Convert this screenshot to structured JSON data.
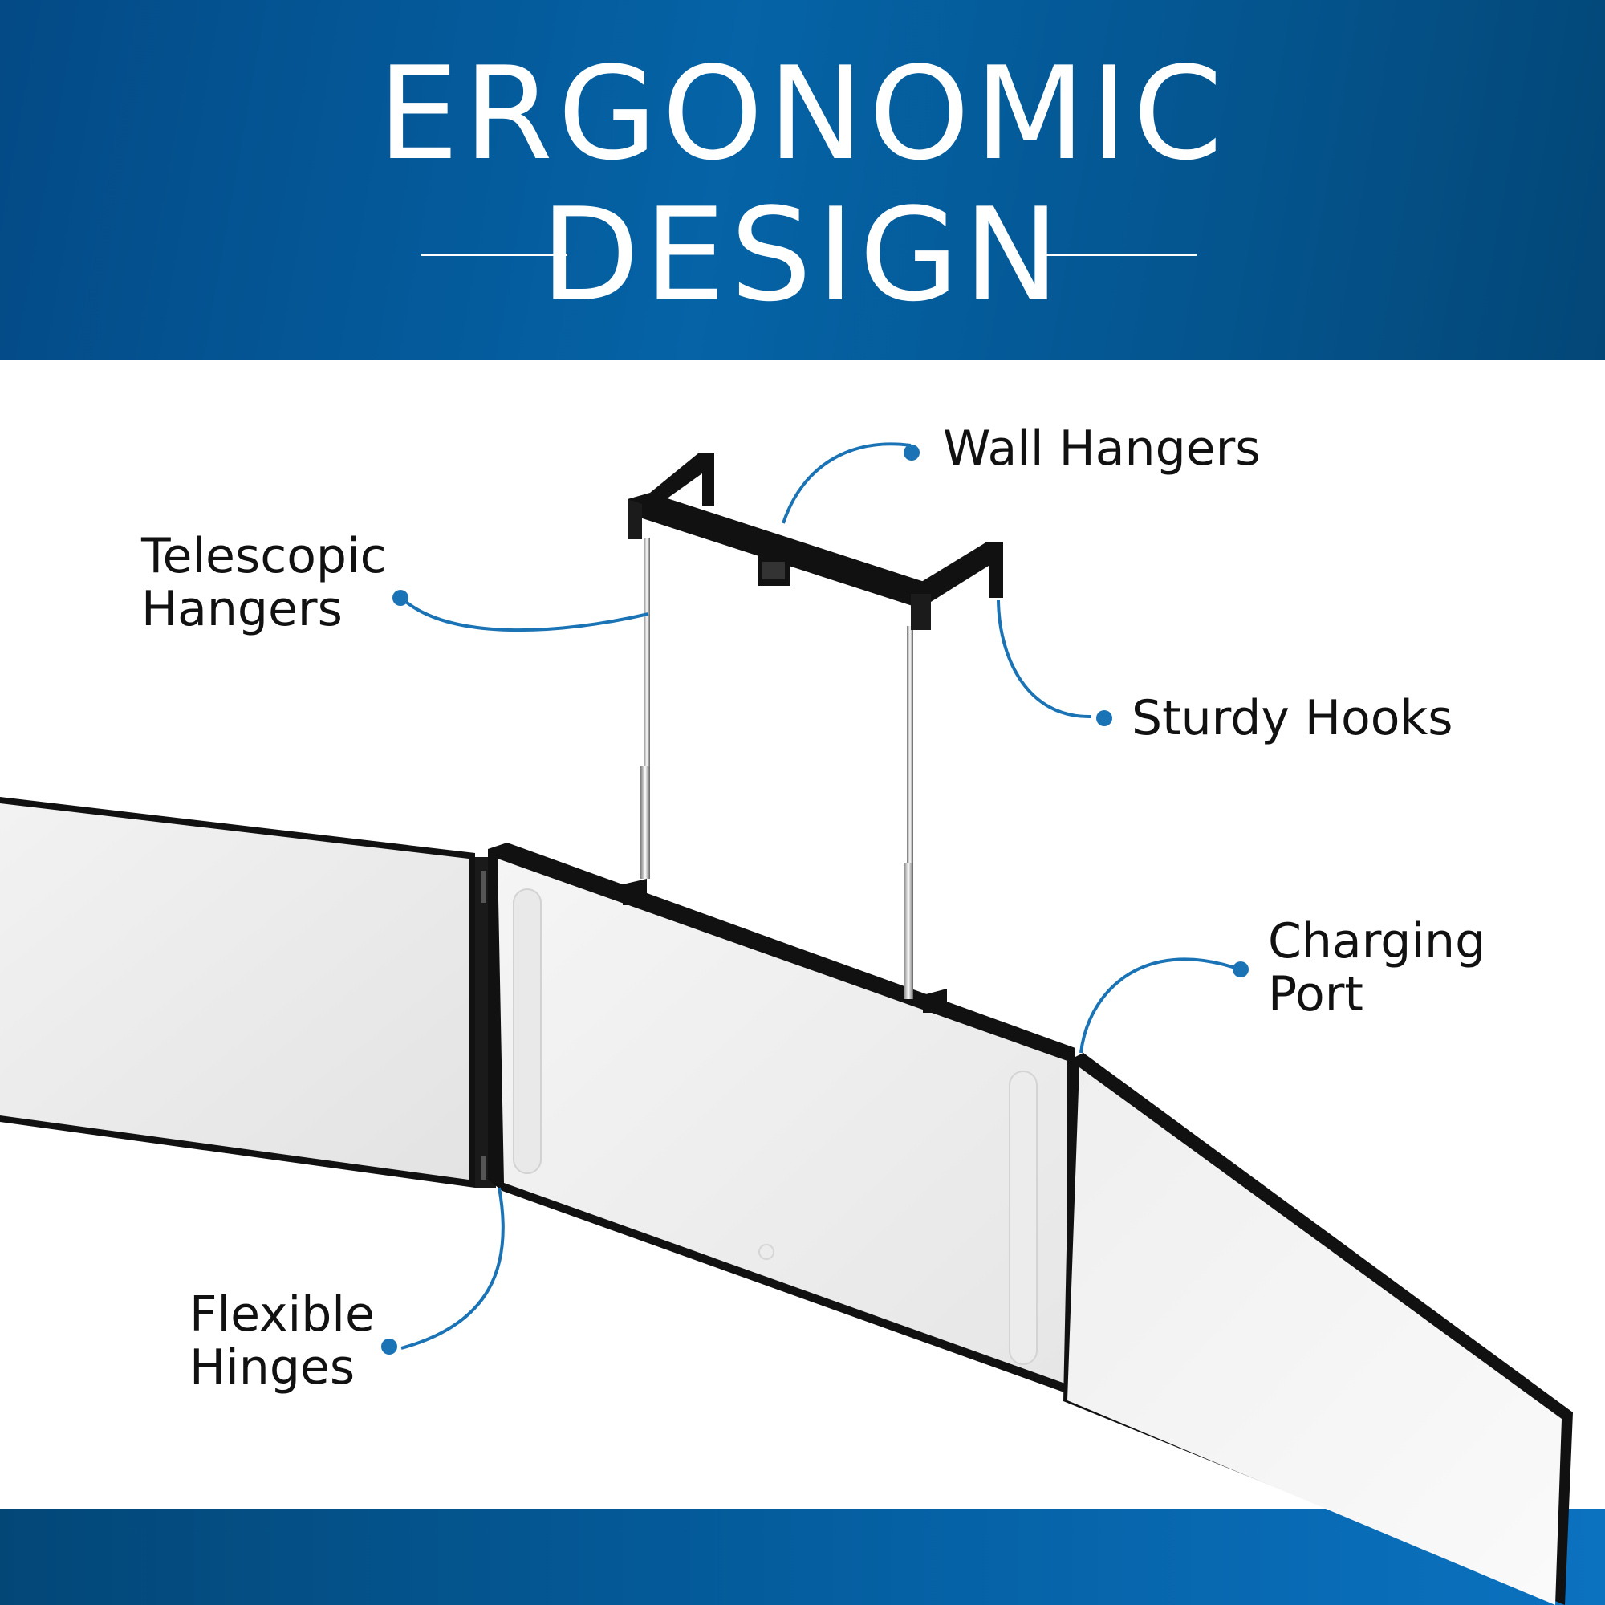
{
  "header": {
    "title_line1": "ERGONOMIC",
    "title_line2": "DESIGN"
  },
  "callouts": {
    "wall_hangers": "Wall Hangers",
    "telescopic_line1": "Telescopic",
    "telescopic_line2": "Hangers",
    "sturdy_hooks": "Sturdy Hooks",
    "charging_line1": "Charging",
    "charging_line2": "Port",
    "flexible_line1": "Flexible",
    "flexible_line2": "Hinges"
  },
  "colors": {
    "header_blue": "#0563a6",
    "accent_blue": "#1a73b5",
    "frame_black": "#111111",
    "mirror_gray": "#e8e8e8"
  }
}
